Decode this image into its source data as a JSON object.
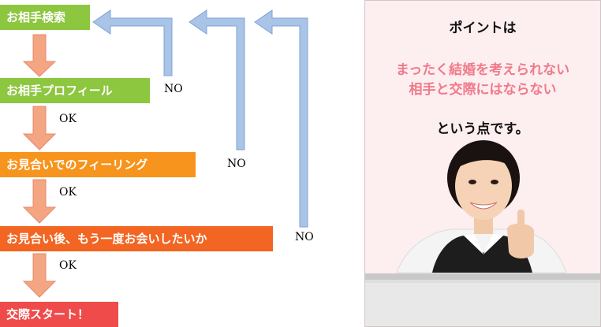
{
  "flowchart": {
    "steps": [
      {
        "label": "お相手検索",
        "color": "#8dc63f"
      },
      {
        "label": "お相手プロフィール",
        "color": "#8dc63f"
      },
      {
        "label": "お見合いでのフィーリング",
        "color": "#f7941d"
      },
      {
        "label": "お見合い後、もう一度お会いしたいか",
        "color": "#f26522"
      },
      {
        "label": "交際スタート！",
        "color": "#ef4b4b"
      }
    ],
    "ok_labels": [
      "OK",
      "OK",
      "OK"
    ],
    "no_labels": [
      "NO",
      "NO",
      "NO"
    ],
    "down_arrow_color": "#f4a582",
    "feedback_arrow_color": "#a9c4e6"
  },
  "panel": {
    "heading": "ポイントは",
    "highlight_line1": "まったく結婚を考えられない",
    "highlight_line2": "相手と交際にはならない",
    "footer": "という点です。",
    "highlight_color": "#f07a8a"
  }
}
